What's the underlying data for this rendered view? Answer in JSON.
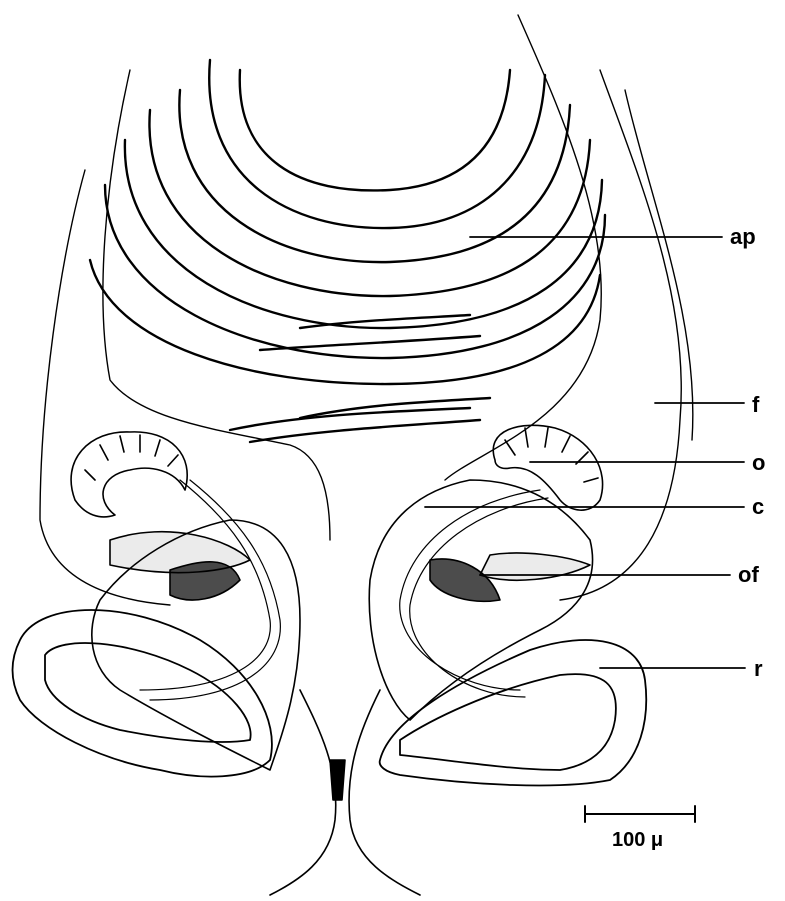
{
  "labels": {
    "ap": "ap",
    "f": "f",
    "o": "o",
    "c": "c",
    "of": "of",
    "r": "r"
  },
  "scale_bar": {
    "text": "100 μ"
  },
  "colors": {
    "ink": "#000000",
    "paper": "#ffffff"
  }
}
